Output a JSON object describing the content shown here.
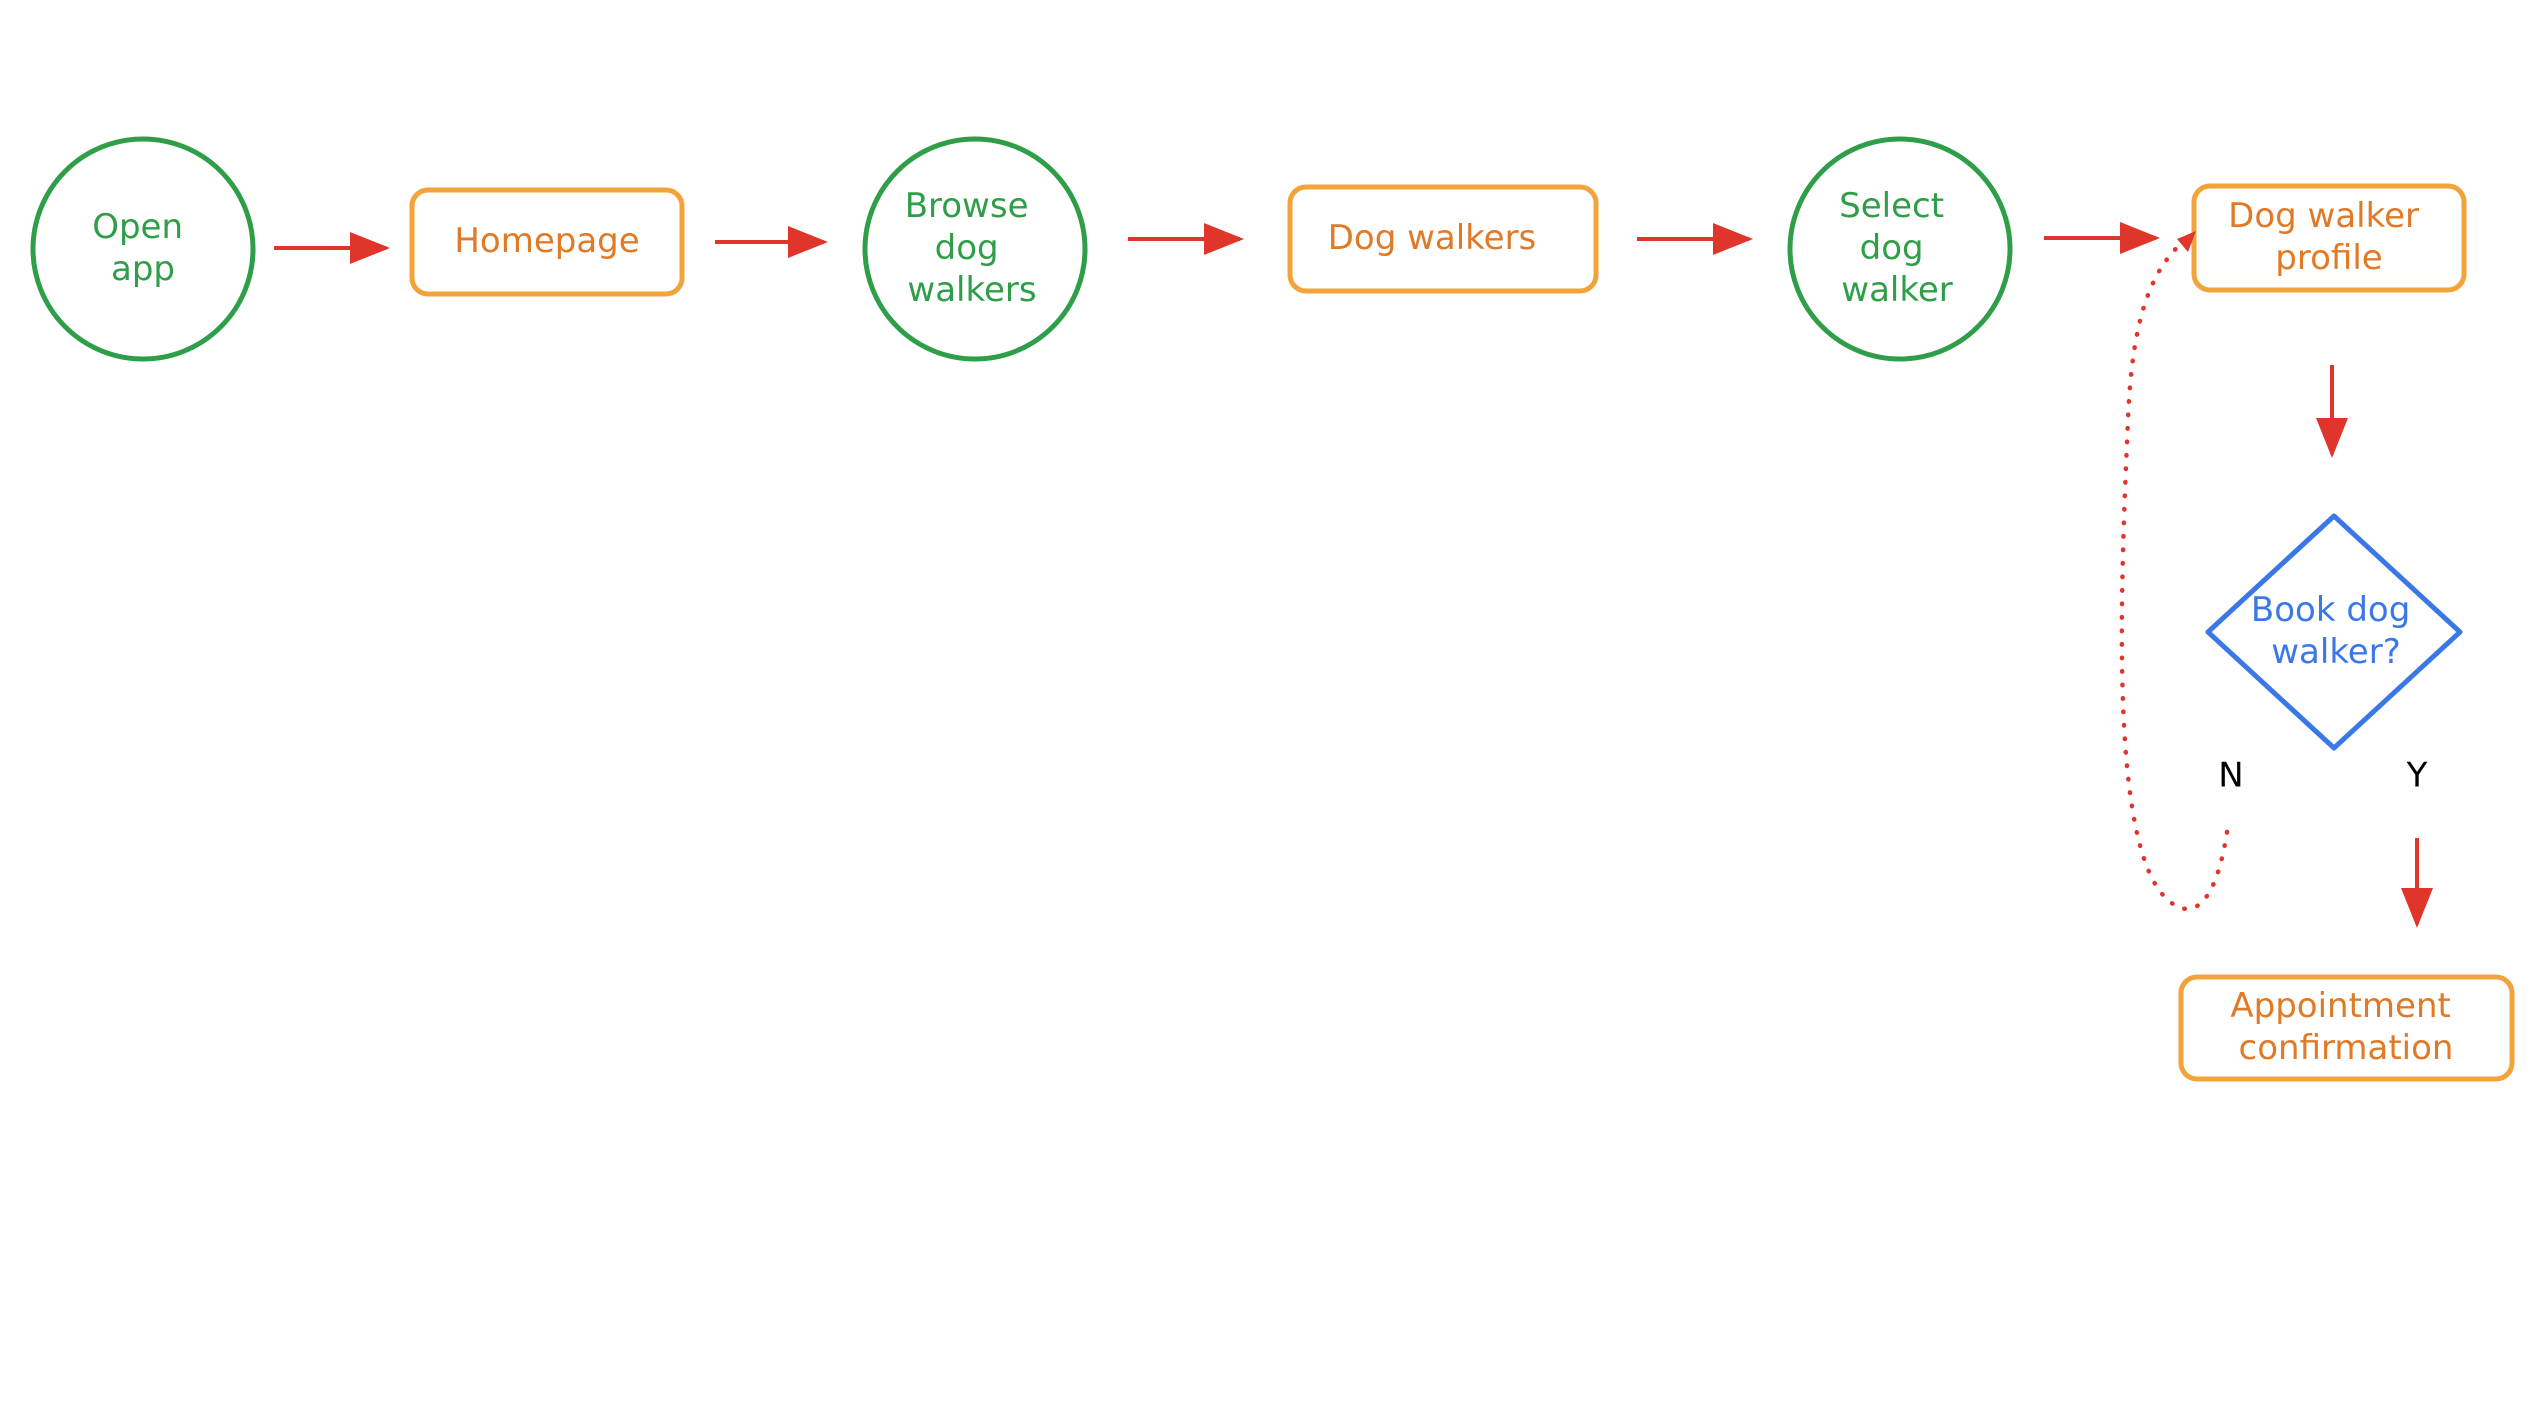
{
  "colors": {
    "start_step": "#2e9e48",
    "screen": "#f2a33a",
    "screen_text": "#e07a26",
    "decision": "#3b78e7",
    "arrow": "#e0352b",
    "branch_label": "#000000",
    "background": "#ffffff"
  },
  "nodes": {
    "open_app": [
      "Open",
      "app"
    ],
    "homepage": [
      "Homepage"
    ],
    "browse": [
      "Browse",
      "dog",
      "walkers"
    ],
    "dog_walkers": [
      "Dog walkers"
    ],
    "select": [
      "Select",
      "dog",
      "walker"
    ],
    "profile": [
      "Dog walker",
      "profile"
    ],
    "decision": [
      "Book dog",
      "walker?"
    ],
    "confirmation": [
      "Appointment",
      "confirmation"
    ]
  },
  "branches": {
    "no": "N",
    "yes": "Y"
  }
}
